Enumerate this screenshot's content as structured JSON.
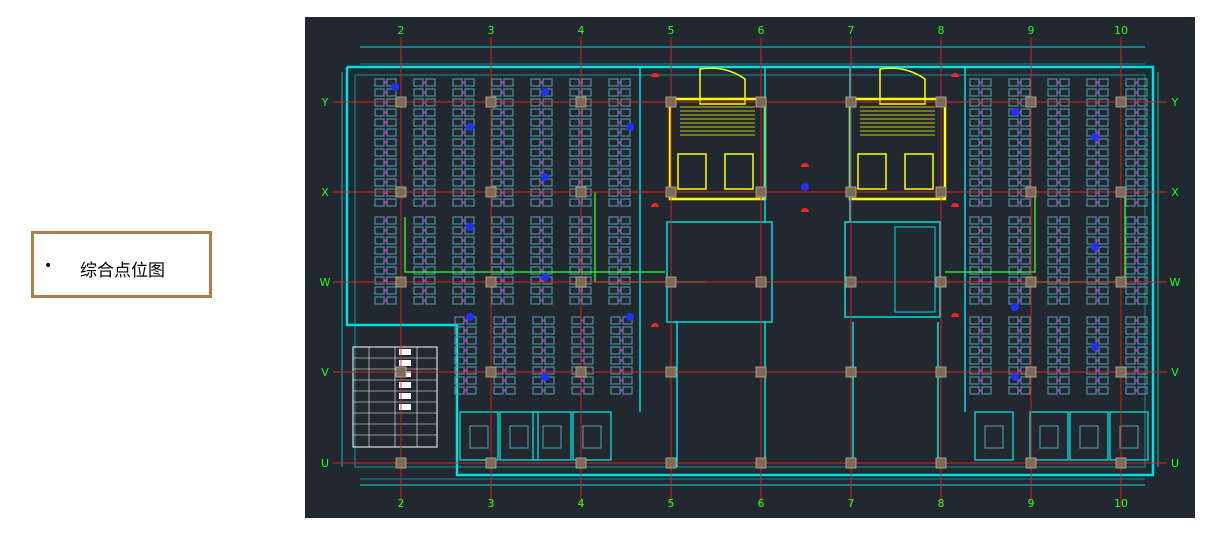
{
  "label": {
    "bullet": "•",
    "text": "综合点位图"
  },
  "drawing": {
    "column_axes": [
      "2",
      "3",
      "4",
      "5",
      "6",
      "7",
      "8",
      "9",
      "10"
    ],
    "row_axes": [
      "Y",
      "X",
      "W",
      "V",
      "U"
    ],
    "colors": {
      "background": "#212830",
      "walls": "#00e0e0",
      "axes": "#e02020",
      "cores": "#ffff00",
      "devices": "#ff00ff",
      "network": "#30ff30",
      "desks": "#4f8f9f",
      "axis_label": "#20ff20"
    }
  }
}
